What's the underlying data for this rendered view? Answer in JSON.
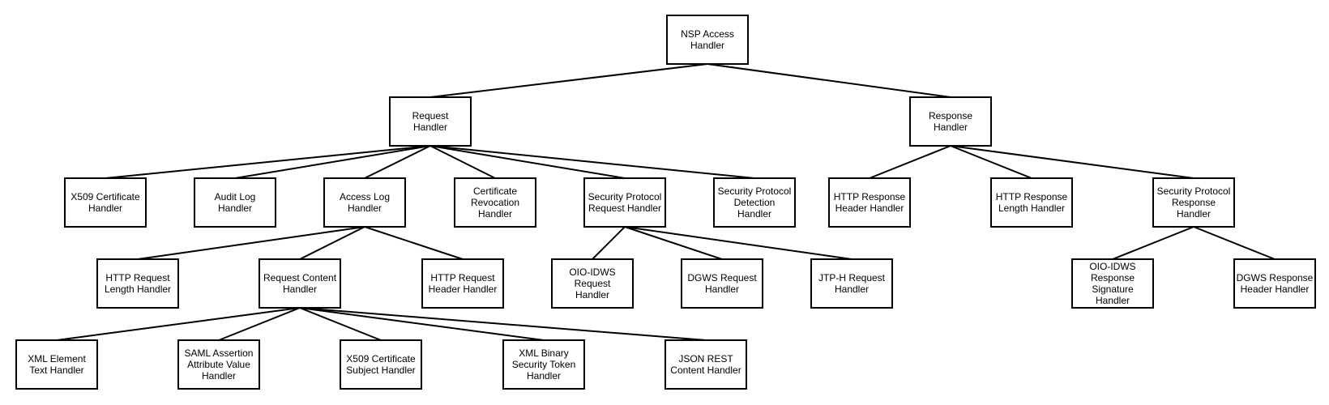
{
  "colors": {
    "box_stroke": "#000000",
    "box_fill": "#ffffff",
    "edge": "#000000",
    "text": "#000000",
    "background": "#ffffff"
  },
  "nodes": {
    "nsp-access": [
      "NSP Access",
      "Handler"
    ],
    "request": [
      "Request",
      "Handler"
    ],
    "response": [
      "Response",
      "Handler"
    ],
    "x509-cert": [
      "X509 Certificate",
      "Handler"
    ],
    "audit-log": [
      "Audit Log",
      "Handler"
    ],
    "access-log": [
      "Access Log",
      "Handler"
    ],
    "cert-revocation": [
      "Certificate",
      "Revocation",
      "Handler"
    ],
    "sec-proto-request": [
      "Security Protocol",
      "Request Handler"
    ],
    "sec-proto-detection": [
      "Security Protocol",
      "Detection",
      "Handler"
    ],
    "http-resp-header": [
      "HTTP Response",
      "Header Handler"
    ],
    "http-resp-length": [
      "HTTP Response",
      "Length Handler"
    ],
    "sec-proto-response": [
      "Security Protocol",
      "Response",
      "Handler"
    ],
    "http-req-length": [
      "HTTP Request",
      "Length Handler"
    ],
    "req-content": [
      "Request Content",
      "Handler"
    ],
    "http-req-header": [
      "HTTP Request",
      "Header Handler"
    ],
    "oio-idws-request": [
      "OIO-IDWS",
      "Request",
      "Handler"
    ],
    "dgws-request": [
      "DGWS Request",
      "Handler"
    ],
    "jtp-h-request": [
      "JTP-H Request",
      "Handler"
    ],
    "oio-idws-resp-sig": [
      "OIO-IDWS",
      "Response",
      "Signature",
      "Handler"
    ],
    "dgws-resp-header": [
      "DGWS Response",
      "Header Handler"
    ],
    "xml-element-text": [
      "XML Element",
      "Text Handler"
    ],
    "saml-assertion": [
      "SAML Assertion",
      "Attribute Value",
      "Handler"
    ],
    "x509-cert-subject": [
      "X509 Certificate",
      "Subject Handler"
    ],
    "xml-binary-token": [
      "XML Binary",
      "Security Token",
      "Handler"
    ],
    "json-rest": [
      "JSON REST",
      "Content Handler"
    ]
  },
  "edges": [
    [
      "nsp-access",
      "request"
    ],
    [
      "nsp-access",
      "response"
    ],
    [
      "request",
      "x509-cert"
    ],
    [
      "request",
      "audit-log"
    ],
    [
      "request",
      "access-log"
    ],
    [
      "request",
      "cert-revocation"
    ],
    [
      "request",
      "sec-proto-request"
    ],
    [
      "request",
      "sec-proto-detection"
    ],
    [
      "response",
      "http-resp-header"
    ],
    [
      "response",
      "http-resp-length"
    ],
    [
      "response",
      "sec-proto-response"
    ],
    [
      "access-log",
      "http-req-length"
    ],
    [
      "access-log",
      "req-content"
    ],
    [
      "access-log",
      "http-req-header"
    ],
    [
      "sec-proto-request",
      "oio-idws-request"
    ],
    [
      "sec-proto-request",
      "dgws-request"
    ],
    [
      "sec-proto-request",
      "jtp-h-request"
    ],
    [
      "sec-proto-response",
      "oio-idws-resp-sig"
    ],
    [
      "sec-proto-response",
      "dgws-resp-header"
    ],
    [
      "req-content",
      "xml-element-text"
    ],
    [
      "req-content",
      "saml-assertion"
    ],
    [
      "req-content",
      "x509-cert-subject"
    ],
    [
      "req-content",
      "xml-binary-token"
    ],
    [
      "req-content",
      "json-rest"
    ]
  ]
}
